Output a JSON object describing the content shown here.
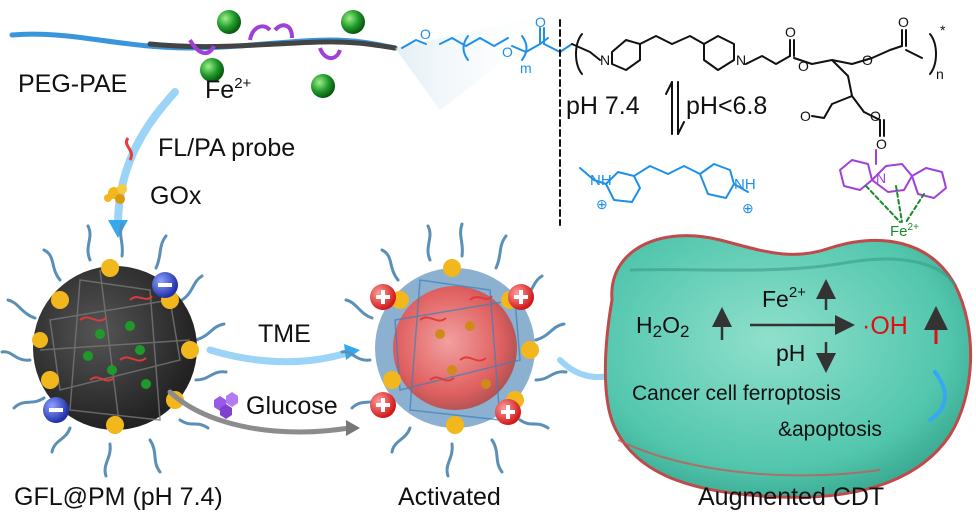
{
  "colors": {
    "peg_blue": "#1e90e8",
    "fe_green": "#1e9a2a",
    "chelator_purple": "#a040d8",
    "cell_teal": "#52c6ad",
    "go_yellow": "#f2b71c",
    "positive_red": "#e52226",
    "negative_blue": "#2f42c8",
    "oh_red": "#e01010"
  },
  "icons": [
    "fe-ion-icon",
    "gox-enzyme-icon",
    "glucose-icon",
    "probe-icon",
    "positive-charge-icon",
    "negative-charge-icon"
  ],
  "labels": {
    "peg_pae": "PEG-PAE",
    "fe_text": "Fe",
    "fe_charge": "2+",
    "probe": "FL/PA probe",
    "gox": "GOx",
    "tme": "TME",
    "glucose": "Glucose",
    "gfl_pm": "GFL@PM (pH 7.4)",
    "activated": "Activated",
    "augmented": "Augmented CDT"
  },
  "chemistry": {
    "ph_neutral": "pH 7.4",
    "ph_acidic": "pH<6.8",
    "subscript_m": "m",
    "subscript_n": "n",
    "atom_o": "O",
    "atom_n": "N",
    "atom_nh": "NH",
    "plus": "⊕",
    "star": "*",
    "fe_complex": "Fe",
    "fe_complex_charge": "2+"
  },
  "cell": {
    "h2o2_h": "H",
    "h2o2_2a": "2",
    "h2o2_o": "O",
    "h2o2_2b": "2",
    "fe": "Fe",
    "fe_charge": "2+",
    "ph": "pH",
    "oh": "·OH",
    "ferroptosis": "Cancer cell ferroptosis",
    "apoptosis": "&apoptosis"
  }
}
